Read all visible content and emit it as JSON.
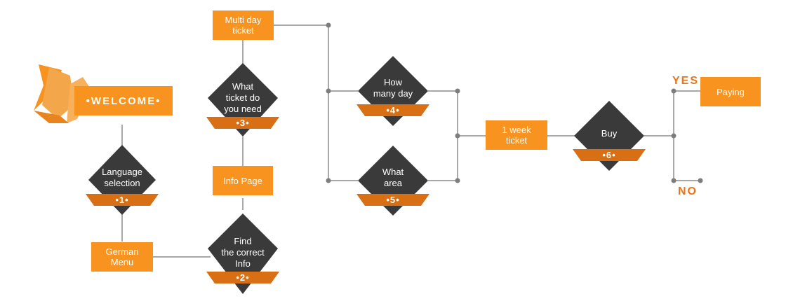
{
  "colors": {
    "accent": "#f7931e",
    "ribbon": "#d86f14",
    "diamond": "#3a3a3a",
    "connector": "#8c8c8c",
    "answer": "#e8741a"
  },
  "welcome": {
    "label": "•WELCOME•"
  },
  "steps": {
    "language": {
      "label": "Language\nselection",
      "number": "•1•"
    },
    "find_info": {
      "label": "Find\nthe correct\nInfo",
      "number": "•2•"
    },
    "what_ticket": {
      "label": "What\nticket do\nyou need",
      "number": "•3•"
    },
    "how_many": {
      "label": "How\nmany day",
      "number": "•4•"
    },
    "what_area": {
      "label": "What\narea",
      "number": "•5•"
    },
    "buy": {
      "label": "Buy",
      "number": "•6•"
    }
  },
  "boxes": {
    "german_menu": "German\nMenu",
    "info_page": "Info Page",
    "multi_day": "Multi day\nticket",
    "one_week": "1 week\nticket",
    "paying": "Paying"
  },
  "answers": {
    "yes": "YES",
    "no": "NO"
  }
}
